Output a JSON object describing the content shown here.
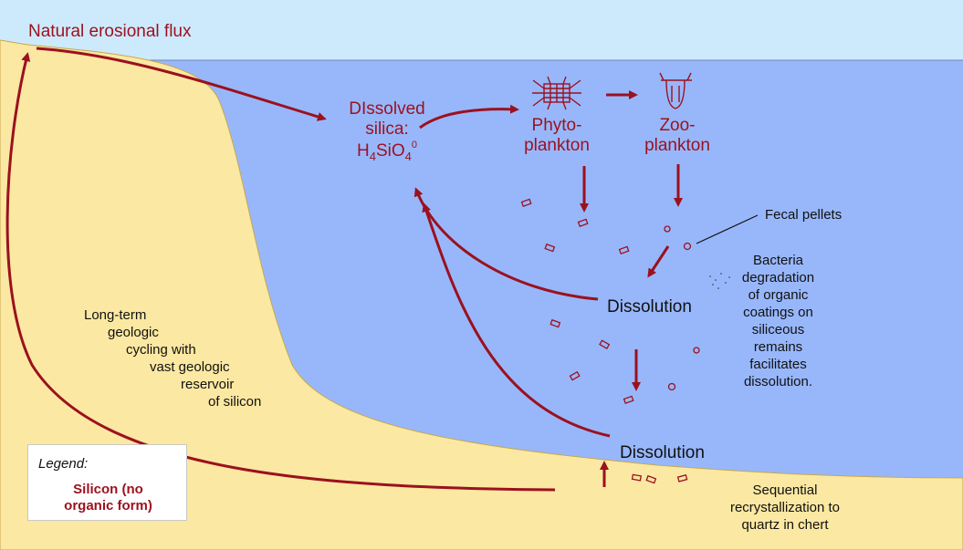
{
  "colors": {
    "sky": "#cdeafc",
    "ocean": "#98b7fb",
    "land": "#fbe8a2",
    "flux": "#9b111e",
    "text_dark": "#111111"
  },
  "labels": {
    "natural_flux": "Natural erosional flux",
    "dissolved_line1": "DIssolved",
    "dissolved_line2": "silica:",
    "formula_h": "H",
    "formula_h_sub": "4",
    "formula_si": "SiO",
    "formula_o_sub": "4",
    "formula_sup": "0",
    "phyto_line1": "Phyto-",
    "phyto_line2": "plankton",
    "zoo_line1": "Zoo-",
    "zoo_line2": "plankton",
    "fecal": "Fecal pellets",
    "bacteria": [
      "Bacteria",
      "degradation",
      "of organic",
      "coatings on",
      "siliceous",
      "remains",
      "facilitates",
      "dissolution."
    ],
    "dissolution_1": "Dissolution",
    "dissolution_2": "Dissolution",
    "longterm": [
      "Long-term",
      "geologic",
      "cycling with",
      "vast geologic",
      "reservoir",
      "of silicon"
    ],
    "recryst": [
      "Sequential",
      "recrystallization to",
      "quartz in chert"
    ]
  },
  "legend": {
    "title": "Legend:",
    "item_line1": "Silicon (no",
    "item_line2": "organic form)"
  },
  "icons": {
    "phytoplankton": "diatom-icon",
    "zooplankton": "radiolarian-icon"
  }
}
